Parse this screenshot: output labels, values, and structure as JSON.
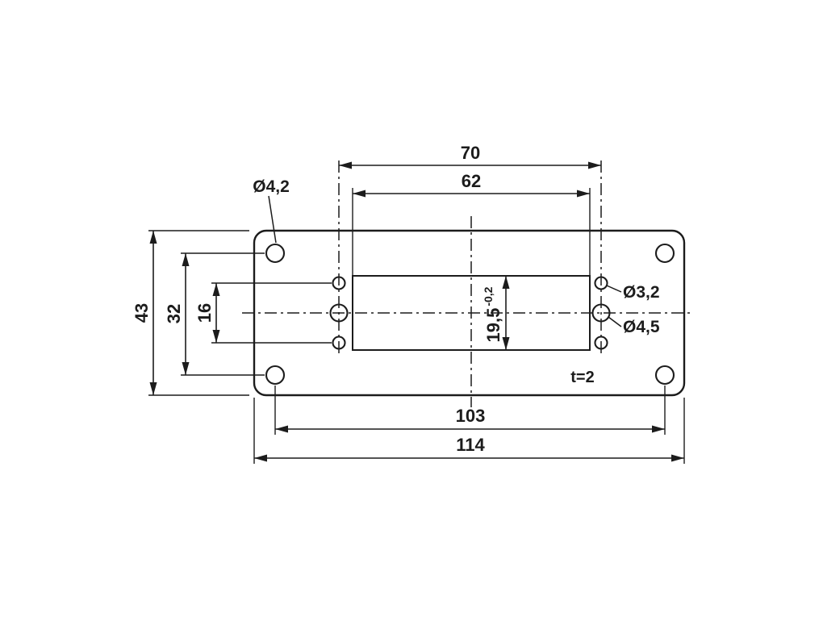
{
  "drawing": {
    "title": "mounting-flange-dimension-drawing",
    "dims": {
      "top_hole_columns": "70",
      "cutout_width": "62",
      "plate_height": "43",
      "corner_hole_rows": "32",
      "pin_hole_rows": "16",
      "cutout_height": "19,5",
      "cutout_height_tol": "-0,2",
      "corner_hole_columns": "103",
      "plate_width": "114"
    },
    "labels": {
      "corner_hole_dia": "Ø4,2",
      "pin_hole_dia": "Ø3,2",
      "mid_hole_dia": "Ø4,5",
      "thickness": "t=2"
    },
    "colors": {
      "line": "#1c1c1c",
      "background": "#ffffff"
    }
  }
}
